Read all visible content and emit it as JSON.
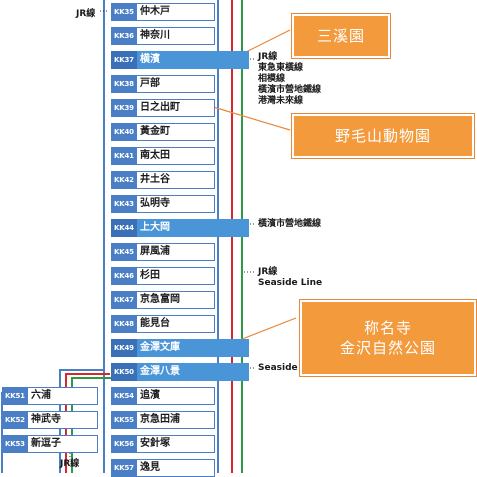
{
  "stations_main": [
    {
      "code": "KK35",
      "name": "仲木戸",
      "major": false
    },
    {
      "code": "KK36",
      "name": "神奈川",
      "major": false
    },
    {
      "code": "KK37",
      "name": "横濱",
      "major": true
    },
    {
      "code": "KK38",
      "name": "戸部",
      "major": false
    },
    {
      "code": "KK39",
      "name": "日之出町",
      "major": false
    },
    {
      "code": "KK40",
      "name": "黃金町",
      "major": false
    },
    {
      "code": "KK41",
      "name": "南太田",
      "major": false
    },
    {
      "code": "KK42",
      "name": "井土谷",
      "major": false
    },
    {
      "code": "KK43",
      "name": "弘明寺",
      "major": false
    },
    {
      "code": "KK44",
      "name": "上大岡",
      "major": true
    },
    {
      "code": "KK45",
      "name": "屏風浦",
      "major": false
    },
    {
      "code": "KK46",
      "name": "杉田",
      "major": false
    },
    {
      "code": "KK47",
      "name": "京急富岡",
      "major": false
    },
    {
      "code": "KK48",
      "name": "能見台",
      "major": false
    },
    {
      "code": "KK49",
      "name": "金澤文庫",
      "major": true
    },
    {
      "code": "KK50",
      "name": "金澤八景",
      "major": true
    },
    {
      "code": "KK54",
      "name": "追濱",
      "major": false
    },
    {
      "code": "KK55",
      "name": "京急田浦",
      "major": false
    },
    {
      "code": "KK56",
      "name": "安針塚",
      "major": false
    },
    {
      "code": "KK57",
      "name": "逸見",
      "major": false
    }
  ],
  "stations_branch": [
    {
      "code": "KK51",
      "name": "六浦"
    },
    {
      "code": "KK52",
      "name": "神武寺"
    },
    {
      "code": "KK53",
      "name": "新逗子"
    }
  ],
  "transfers": {
    "kk35": "JR線",
    "kk37": [
      "JR線",
      "東急東橫線",
      "相模線",
      "橫濱市營地鐵線",
      "港灣未來線"
    ],
    "kk44": "橫濱市營地鐵線",
    "kk46": [
      "JR線",
      "Seaside Line"
    ],
    "kk50": "Seaside",
    "kk53": "JR線"
  },
  "callouts": {
    "sankeien": "三溪園",
    "nogeyama": "野毛山動物園",
    "shomyoji": [
      "称名寺",
      "金沢自然公園"
    ]
  },
  "colors": {
    "line_blue": "#4a7fc6",
    "major_fill": "#4a94d8",
    "red_line": "#d7282f",
    "green_line": "#2e9a48",
    "callout_orange": "#f29a3c"
  }
}
